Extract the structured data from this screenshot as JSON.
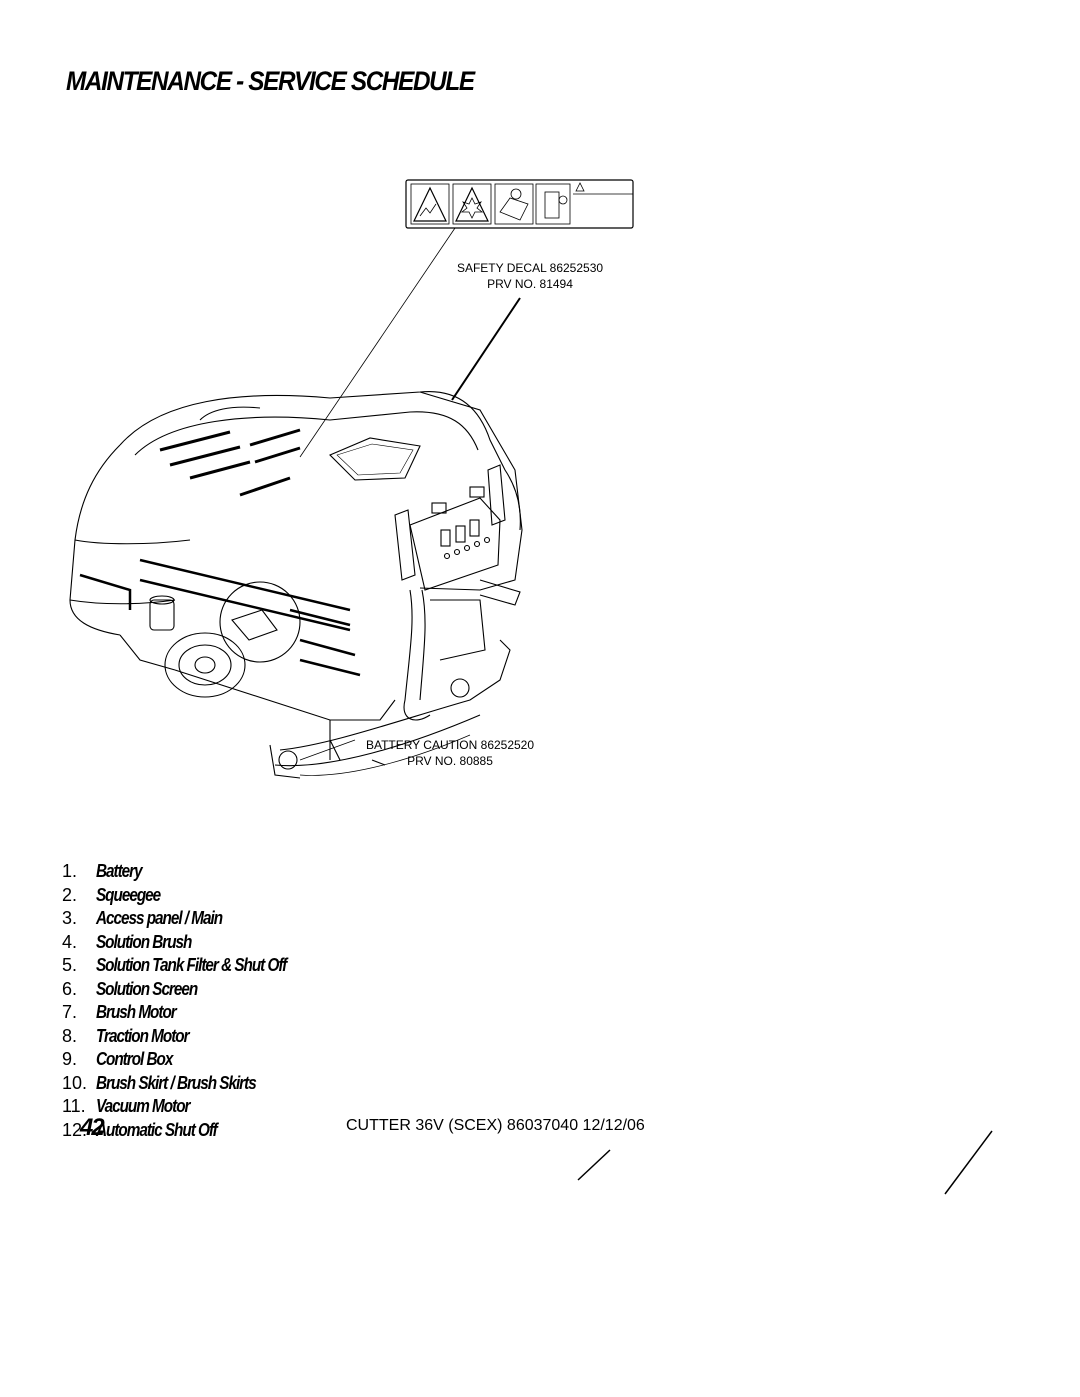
{
  "header": {
    "title": "MAINTENANCE - SERVICE SCHEDULE"
  },
  "callouts": {
    "safety_decal": {
      "line1": "SAFETY DECAL 86252530",
      "line2": "PRV NO.  81494"
    },
    "battery_caution": {
      "line1": "BATTERY CAUTION 86252520",
      "line2": "PRV NO. 80885"
    }
  },
  "items": [
    {
      "num": "1.",
      "text": "Battery"
    },
    {
      "num": "2.",
      "text": "Squeegee"
    },
    {
      "num": "3.",
      "text": "Access panel / Main"
    },
    {
      "num": "4.",
      "text": "Solution Brush"
    },
    {
      "num": "5.",
      "text": "Solution Tank Filter & Shut Off"
    },
    {
      "num": "6.",
      "text": "Solution Screen"
    },
    {
      "num": "7.",
      "text": "Brush Motor"
    },
    {
      "num": "8.",
      "text": "Traction Motor"
    },
    {
      "num": "9.",
      "text": "Control Box"
    },
    {
      "num": "10.",
      "text": "Brush Skirt / Brush Skirts"
    },
    {
      "num": "11.",
      "text": "Vacuum Motor"
    },
    {
      "num": "12.",
      "text": "Automatic Shut Off"
    }
  ],
  "footer": {
    "page_number": "42",
    "document": "CUTTER 36V (SCEX) 86037040 12/12/06"
  }
}
